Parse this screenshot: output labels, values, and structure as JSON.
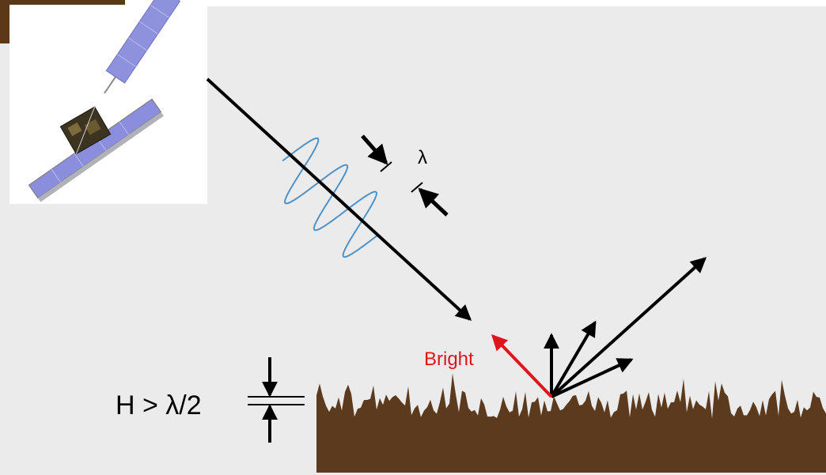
{
  "labels": {
    "wavelength": "λ",
    "bright": "Bright",
    "condition": "H > λ/2"
  },
  "colors": {
    "background": "#ebebeb",
    "ground": "#5c3a1e",
    "wave": "#4d93c8",
    "arrow": "#000000",
    "bright_arrow": "#e0151b",
    "bright_text": "#e0151b",
    "panel": "#dcdde3",
    "antenna": "#8a8edc"
  },
  "icons": {
    "satellite": "satellite-icon"
  }
}
